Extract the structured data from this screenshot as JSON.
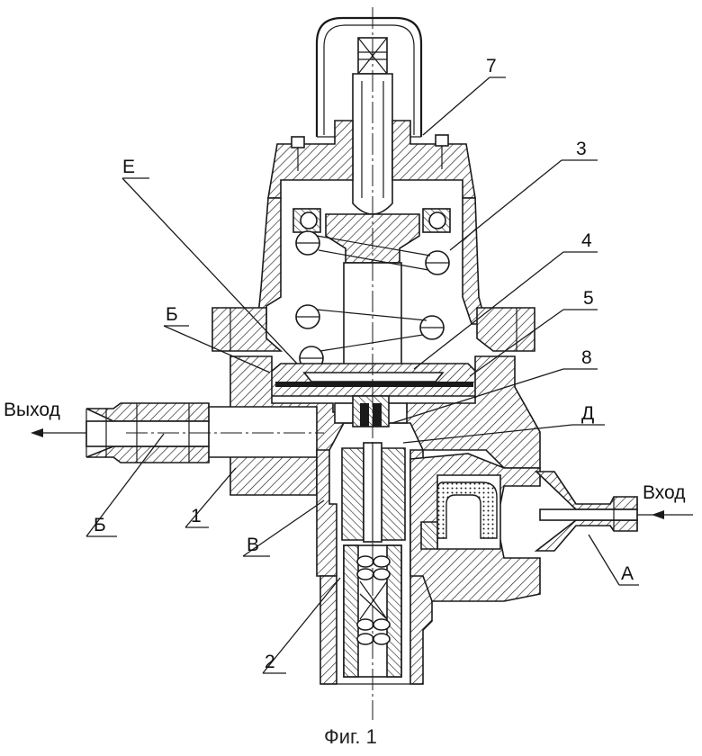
{
  "caption": "Фиг. 1",
  "ports": {
    "outlet": "Выход",
    "inlet": "Вход"
  },
  "labels": {
    "part_7": "7",
    "part_3": "3",
    "part_4": "4",
    "part_5": "5",
    "part_8": "8",
    "part_1": "1",
    "part_2": "2",
    "cavity_E": "Е",
    "cavity_B_upper": "Б",
    "cavity_B_lower": "Б",
    "cavity_V": "В",
    "cavity_D": "Д",
    "cavity_A": "А"
  }
}
